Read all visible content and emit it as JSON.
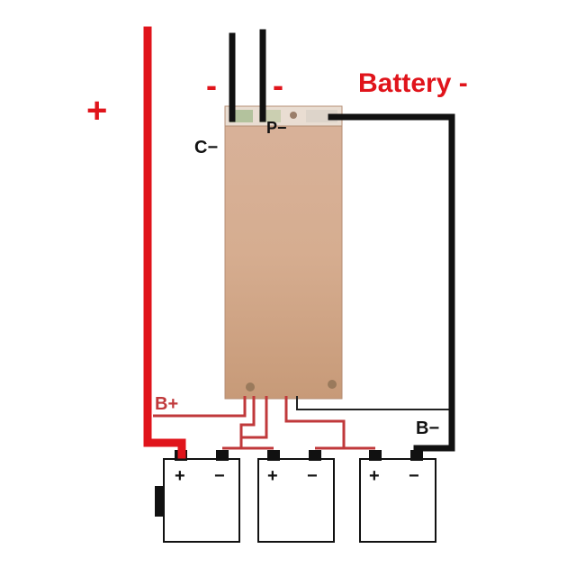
{
  "labels": {
    "plus": "+",
    "p_minus_top": "-",
    "c_minus_top": "-",
    "battery_minus": "Battery -",
    "c_minus": "C−",
    "p_minus": "P−",
    "b_plus": "B+",
    "b_minus": "B−"
  },
  "cells": [
    {
      "pos": "+",
      "neg": "−"
    },
    {
      "pos": "+",
      "neg": "−"
    },
    {
      "pos": "+",
      "neg": "−"
    }
  ],
  "colors": {
    "positive_wire": "#e0141b",
    "negative_wire": "#111111",
    "balance_wire": "#c0393b",
    "board": "#d6ad90"
  }
}
